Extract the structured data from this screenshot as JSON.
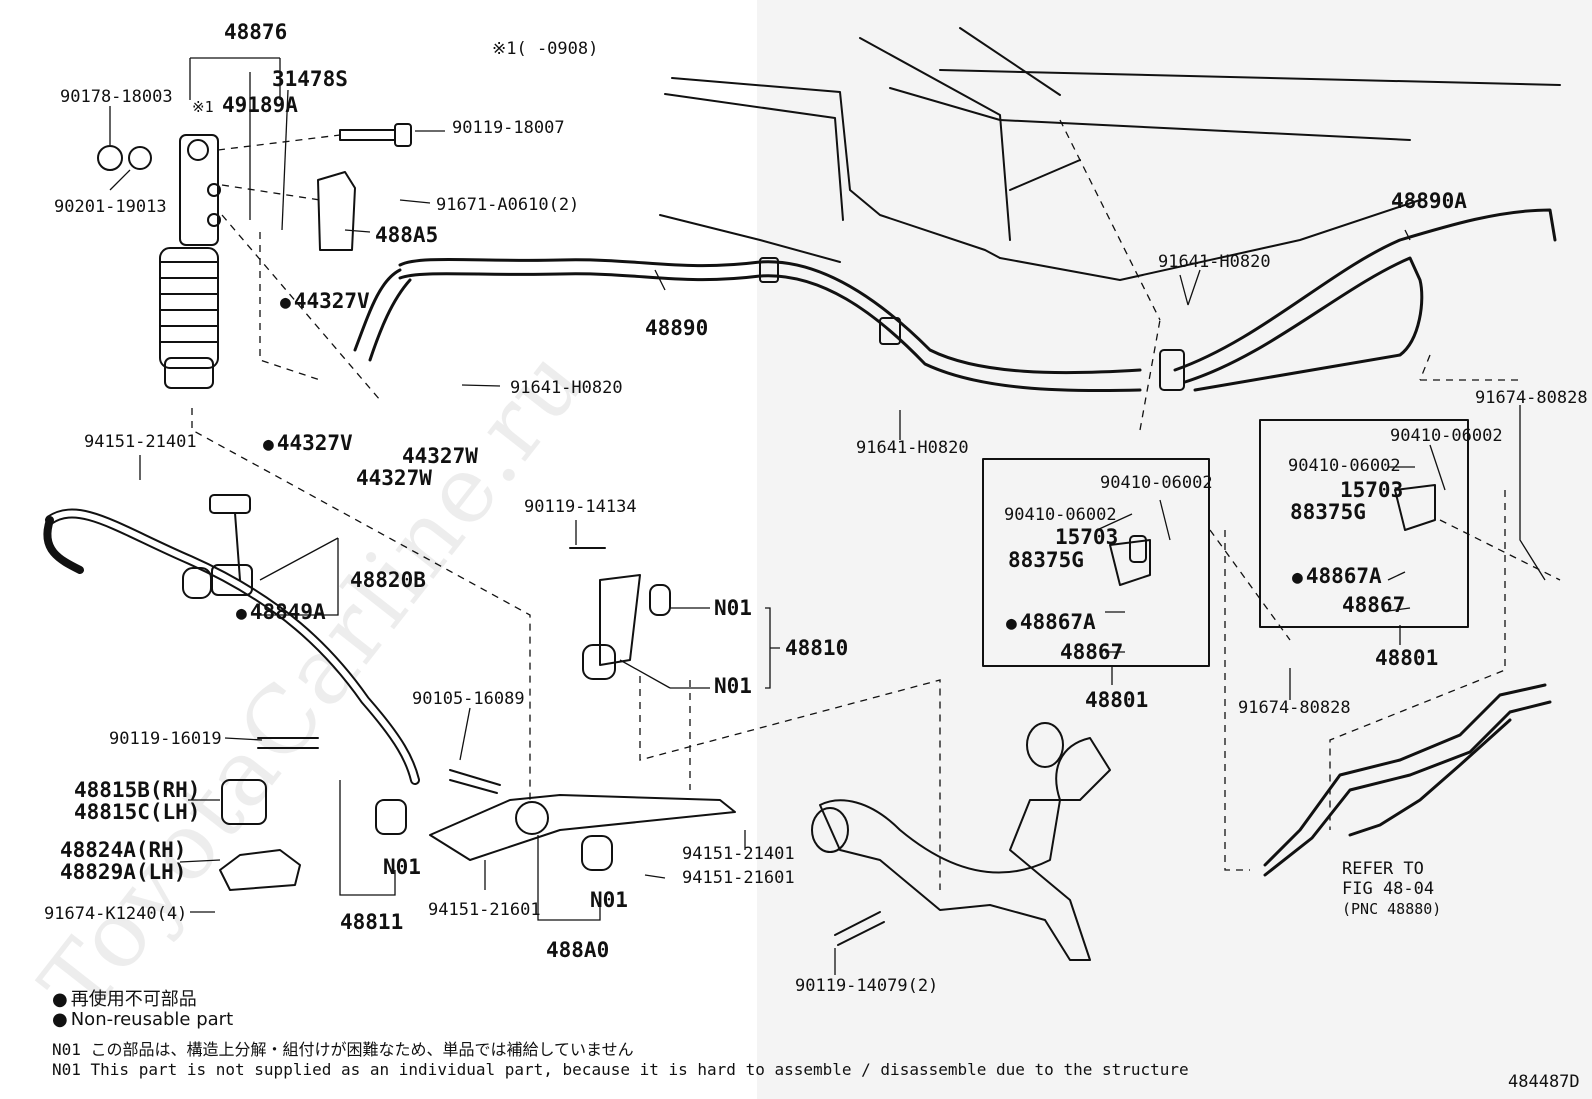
{
  "note_top": "※1(    -0908)",
  "watermark": "ToyotaCarline.ru",
  "parts": {
    "p48876": "48876",
    "p90178": "90178-18003",
    "p49189": "49189A",
    "p49189_mark": "※1",
    "p31478": "31478S",
    "p90119_18007": "90119-18007",
    "p90201": "90201-19013",
    "p91671": "91671-A0610(2)",
    "p488A5": "488A5",
    "p44327V_a": "44327V",
    "p44327V_b": "44327V",
    "p44327W_a": "44327W",
    "p44327W_b": "44327W",
    "p91641_a": "91641-H0820",
    "p91641_b": "91641-H0820",
    "p91641_c": "91641-H0820",
    "p48890": "48890",
    "p48890A": "48890A",
    "p94151_21401_a": "94151-21401",
    "p94151_21401_b": "94151-21401",
    "p48820B": "48820B",
    "p48849A": "48849A",
    "p90119_14134": "90119-14134",
    "pN01_a": "N01",
    "pN01_b": "N01",
    "pN01_c": "N01",
    "pN01_d": "N01",
    "p48810": "48810",
    "p90105": "90105-16089",
    "p90119_16019": "90119-16019",
    "p48815B": "48815B(RH)",
    "p48815C": "48815C(LH)",
    "p48824A": "48824A(RH)",
    "p48829A": "48829A(LH)",
    "p91674_K1240": "91674-K1240(4)",
    "p48811": "48811",
    "p94151_21601_a": "94151-21601",
    "p94151_21601_b": "94151-21601",
    "p488A0": "488A0",
    "p90119_14079": "90119-14079(2)",
    "p90410_a": "90410-06002",
    "p90410_b": "90410-06002",
    "p90410_c": "90410-06002",
    "p90410_d": "90410-06002",
    "p15703_a": "15703",
    "p15703_b": "15703",
    "p88375G_a": "88375G",
    "p88375G_b": "88375G",
    "p48867A_a": "48867A",
    "p48867A_b": "48867A",
    "p48867_a": "48867",
    "p48867_b": "48867",
    "p48801_a": "48801",
    "p48801_b": "48801",
    "p91674_80828_a": "91674-80828",
    "p91674_80828_b": "91674-80828",
    "refer1": "REFER TO",
    "refer2": "FIG 48-04",
    "refer3": "(PNC 48880)"
  },
  "legend": {
    "jp1": "再使用不可部品",
    "en1": "Non-reusable part",
    "jp2": "N01 この部品は、構造上分解・組付けが困難なため、単品では補給していません",
    "en2": "N01 This part is not supplied as an individual part, because it is hard to assemble / disassemble due to the structure"
  },
  "fig_id": "484487D"
}
